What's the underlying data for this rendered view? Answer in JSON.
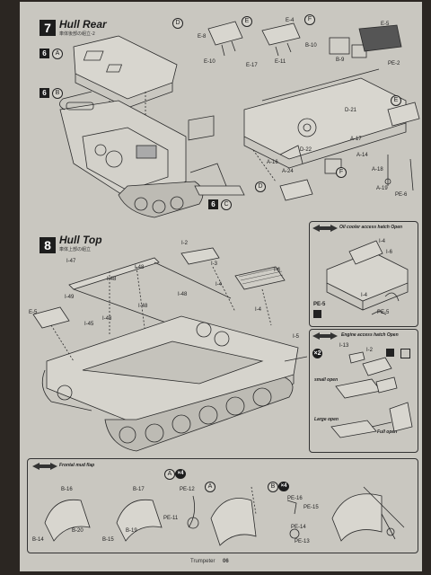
{
  "steps": [
    {
      "number": "7",
      "title": "Hull Rear",
      "subtitle": "車体後部の組立-2"
    },
    {
      "number": "8",
      "title": "Hull Top",
      "subtitle": "車体上部の組立"
    }
  ],
  "sub_steps": {
    "s6a_num": "6",
    "s6a_letter": "A",
    "s6b_num": "6",
    "s6b_letter": "B",
    "s6c_num": "6",
    "s6c_letter": "C"
  },
  "callouts": {
    "d_top": "D",
    "e_top": "E",
    "f_top": "F",
    "e_right": "E",
    "f_right": "F",
    "d_bottom": "D",
    "a4": "A",
    "a_plain": "A",
    "b4": "B",
    "x4": "×4"
  },
  "part_labels": {
    "e8": "E-8",
    "e10": "E-10",
    "e17": "E-17",
    "e11": "E-11",
    "e4": "E-4",
    "b10": "B-10",
    "b9": "B-9",
    "e5": "E-5",
    "pe2": "PE-2",
    "d21": "D-21",
    "d22": "D-22",
    "a17": "A-17",
    "a16": "A-16",
    "a24": "A-24",
    "a14": "A-14",
    "a18": "A-18",
    "a19": "A-19",
    "pe6": "PE-6",
    "i47": "I-47",
    "i48a": "I-48",
    "i48b": "I-48",
    "i49": "I-49",
    "i48c": "I-48",
    "i48d": "I-48",
    "i48e": "I-48",
    "i45": "I-45",
    "i2": "I-2",
    "i6": "I-6",
    "i4a": "I-4",
    "i3": "I-3",
    "i4b": "I-4",
    "e5b": "E-5",
    "i5": "I-5",
    "i4c": "I-4",
    "i4d": "I-4",
    "i6b": "I-6",
    "pe5": "PE-5",
    "pe5b": "PE-5",
    "i13": "I-13",
    "i2b": "I-2",
    "b16": "B-16",
    "b17": "B-17",
    "b20": "B-20",
    "b19": "B-19",
    "b14": "B-14",
    "b15": "B-15",
    "pe12": "PE-12",
    "pe11": "PE-11",
    "pe14": "PE-14",
    "pe15": "PE-15",
    "pe13": "PE-13",
    "pe16": "PE-16"
  },
  "boxes": {
    "oil_cooler": "Oil cooler access hatch Open",
    "engine_access": "Engine access hatch Open",
    "small_open": "small open",
    "large_open": "Large open",
    "full_open": "Full open",
    "frontal_mud_flap": "Frontal mud flap"
  },
  "footer": {
    "brand": "Trumpeter",
    "page": "06"
  },
  "colors": {
    "paper": "#c9c7c0",
    "ink": "#1d1d1d",
    "background": "#2b2622"
  }
}
